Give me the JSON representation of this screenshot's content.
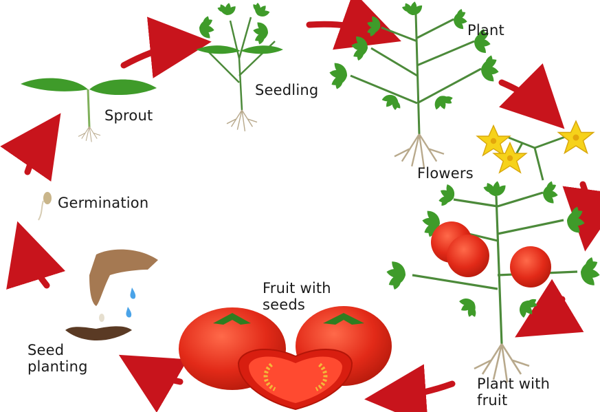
{
  "stages": {
    "sprout": "Sprout",
    "seedling": "Seedling",
    "plant": "Plant",
    "flowers": "Flowers",
    "plant_with_fruit": "Plant with\nfruit",
    "fruit_with_seeds": "Fruit with\nseeds",
    "seed_planting": "Seed\nplanting",
    "germination": "Germination"
  },
  "colors": {
    "arrow": "#c8141c",
    "leaf": "#3f9b2a",
    "stem": "#4c8a3a",
    "root": "#b8a98c",
    "flower": "#f6d21a",
    "tomato": "#e22a18",
    "soil": "#5a3a24",
    "hand": "#a57952",
    "water": "#4aa3e8"
  }
}
